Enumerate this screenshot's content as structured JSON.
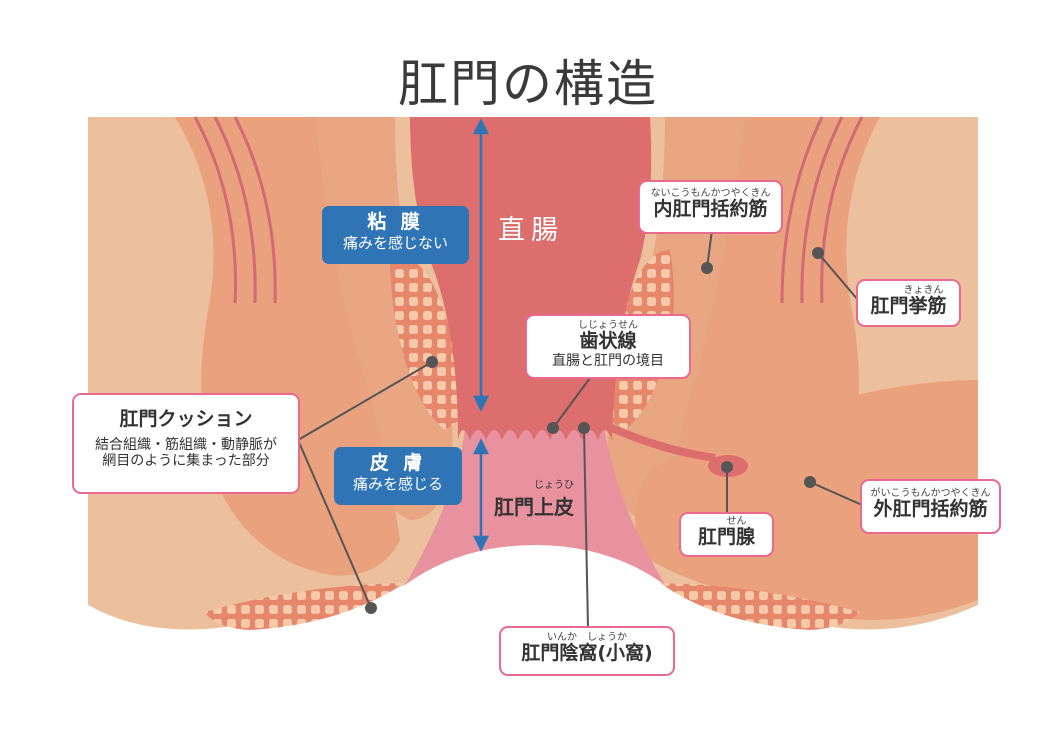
{
  "title": "肛門の構造",
  "colors": {
    "background": "#ECC09C",
    "muscle": "#E9A17E",
    "rectum": "#DD6E6E",
    "anoderm": "#E8919F",
    "cushion": "#E6866A",
    "blue_box": "#2F74B5",
    "label_border": "#E9698F",
    "leader": "#555555"
  },
  "regions": {
    "rectum": "直腸",
    "anoderm_ruby": "じょうひ",
    "anoderm": "肛門上皮"
  },
  "blue_boxes": {
    "mucosa": {
      "title": "粘 膜",
      "sub": "痛みを感じない"
    },
    "skin": {
      "title": "皮 膚",
      "sub": "痛みを感じる"
    }
  },
  "labels": {
    "internal_sphincter": {
      "ruby": "ないこうもんかつやくきん",
      "name": "内肛門括約筋"
    },
    "levator_ani": {
      "ruby": "きょきん",
      "name": "肛門挙筋"
    },
    "dentate_line": {
      "ruby": "しじょうせん",
      "name": "歯状線",
      "sub": "直腸と肛門の境目"
    },
    "anal_cushion": {
      "name": "肛門クッション",
      "sub1": "結合組織・筋組織・動静脈が",
      "sub2": "網目のように集まった部分"
    },
    "external_sphincter": {
      "ruby": "がいこうもんかつやくきん",
      "name": "外肛門括約筋"
    },
    "anal_gland": {
      "ruby": "せん",
      "name": "肛門腺"
    },
    "anal_crypt": {
      "ruby": "いんか　しょうか",
      "name": "肛門陰窩(小窩)"
    }
  }
}
